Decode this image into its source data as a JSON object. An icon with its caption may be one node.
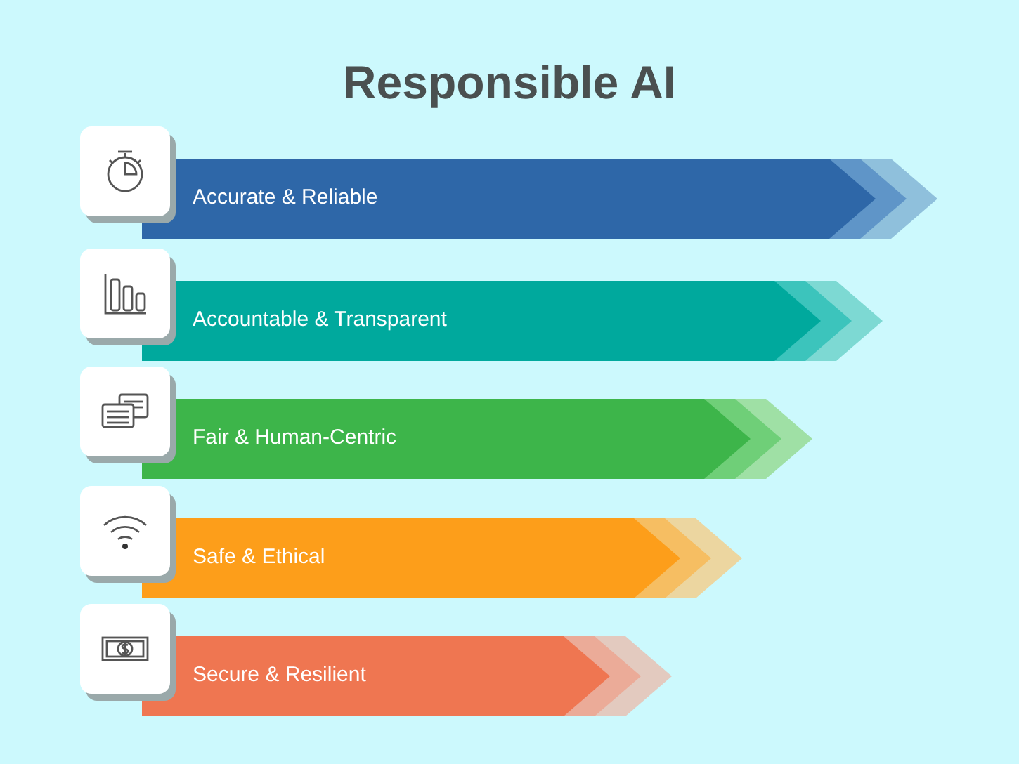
{
  "diagram": {
    "title": "Responsible AI",
    "nodes": [
      {
        "text": [
          "Accurate & Reliable"
        ]
      },
      {
        "text": [
          "Accountable & Transparent"
        ]
      },
      {
        "text": [
          "Fair & Human-Centric"
        ]
      },
      {
        "text": [
          "Safe & Ethical"
        ]
      },
      {
        "text": [
          "Secure & Resilient"
        ]
      }
    ]
  }
}
